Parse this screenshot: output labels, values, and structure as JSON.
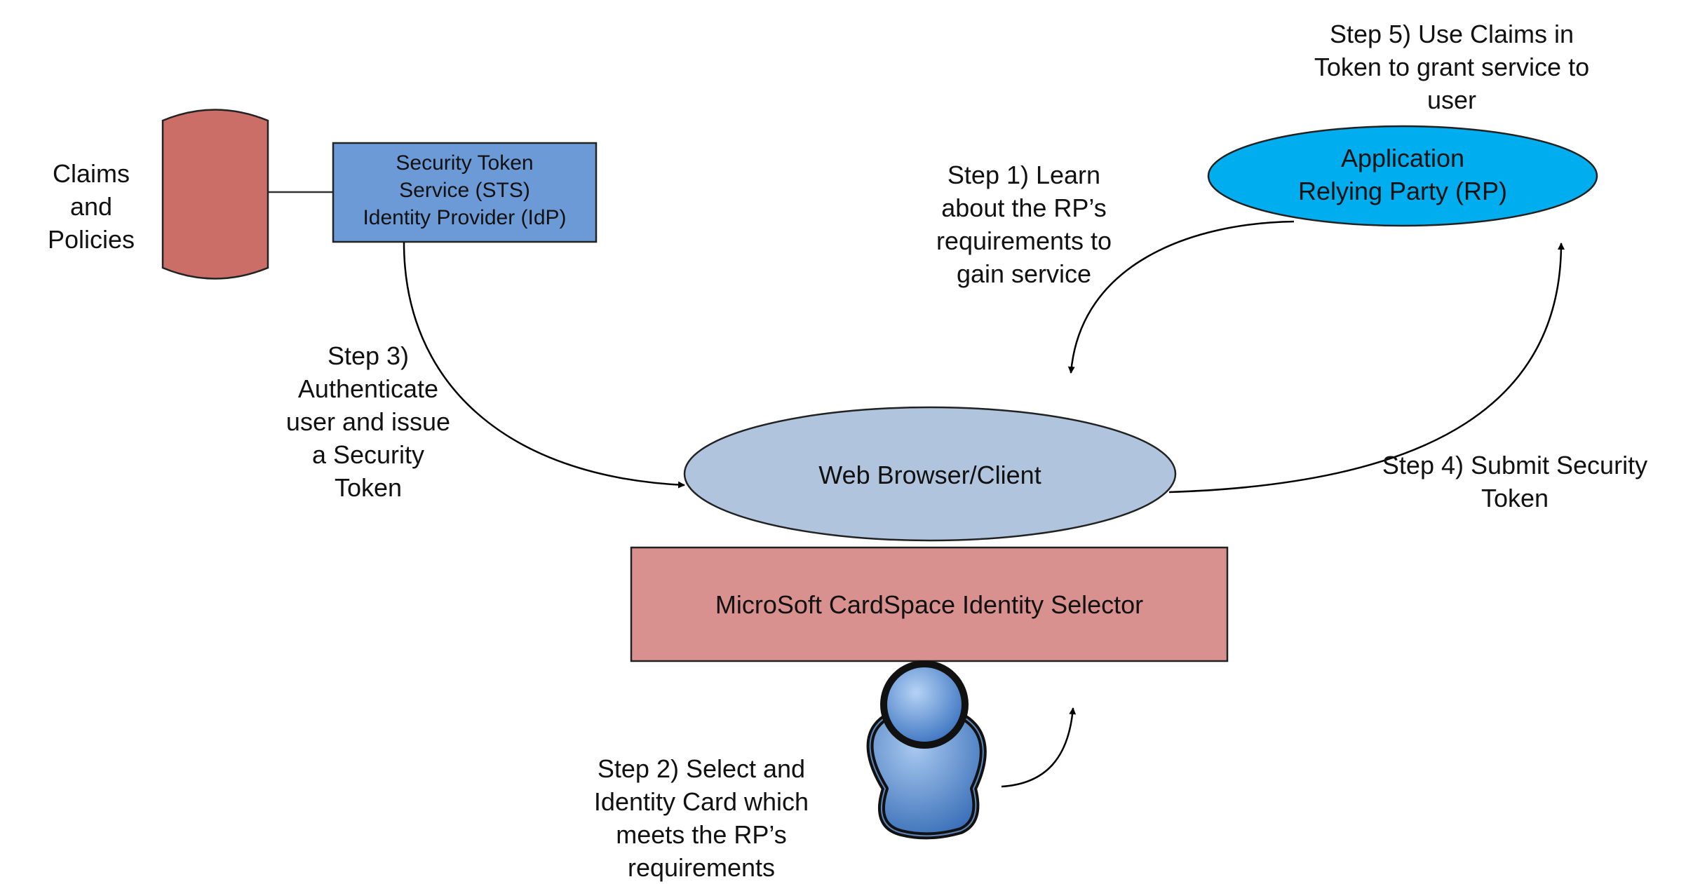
{
  "nodes": {
    "store": {
      "label": "Claims\nand\nPolicies"
    },
    "sts": {
      "label": "Security Token\nService (STS)\nIdentity Provider (IdP)"
    },
    "app": {
      "label": "Application\nRelying Party (RP)"
    },
    "browser": {
      "label": "Web Browser/Client"
    },
    "selector": {
      "label": "MicroSoft CardSpace Identity Selector"
    },
    "user": {
      "icon": "user-icon"
    }
  },
  "steps": {
    "step1": "Step 1) Learn\nabout the RP’s\nrequirements to\ngain service",
    "step2": "Step 2) Select and\nIdentity Card which\nmeets the RP’s\nrequirements",
    "step3": "Step 3)\nAuthenticate\nuser and issue\na Security\nToken",
    "step4": "Step 4) Submit Security\nToken",
    "step5": "Step 5) Use Claims in\nToken to grant service to\nuser"
  },
  "colors": {
    "database": "#cc6e68",
    "sts": "#6c9ad6",
    "app": "#00aeef",
    "browser": "#b0c4de",
    "selector": "#d9918f",
    "user": "#5a8fd0"
  }
}
